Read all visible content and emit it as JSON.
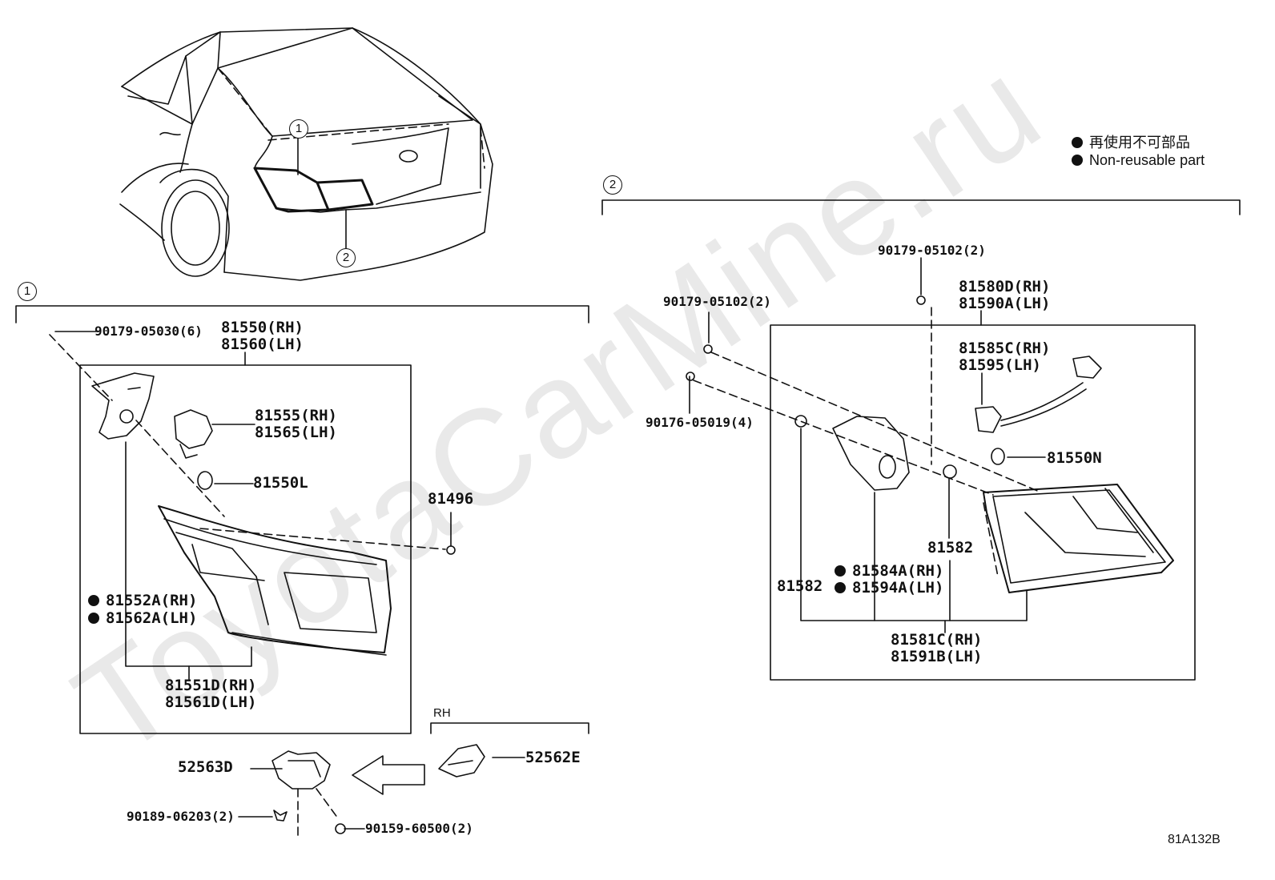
{
  "legend": {
    "jp": "再使用不可部品",
    "en": "Non-reusable part"
  },
  "watermark": "ToyotaCarMine.ru",
  "diagram_code": "81A132B",
  "rh_label": "RH",
  "callouts": {
    "one": "1",
    "two": "2"
  },
  "section1": {
    "bolt_90179_05030": "90179-05030(6)",
    "lamp_assy": [
      "81550(RH)",
      "81560(LH)"
    ],
    "socket": [
      "81555(RH)",
      "81565(LH)"
    ],
    "bulb": "81550L",
    "nut": "81496",
    "gasket": [
      "81552A(RH)",
      "81562A(LH)"
    ],
    "lens": [
      "81551D(RH)",
      "81561D(LH)"
    ]
  },
  "section1_bracket": {
    "bracket": "52563D",
    "bracket_rh": "52562E",
    "clip": "90189-06203(2)",
    "screw": "90159-60500(2)"
  },
  "section2": {
    "bolt_top": "90179-05102(2)",
    "bolt_left": "90179-05102(2)",
    "screw": "90176-05019(4)",
    "lamp_assy": [
      "81580D(RH)",
      "81590A(LH)"
    ],
    "socket": [
      "81585C(RH)",
      "81595(LH)"
    ],
    "bulb": "81550N",
    "plug_right": "81582",
    "plug_left": "81582",
    "gasket": [
      "81584A(RH)",
      "81594A(LH)"
    ],
    "lens": [
      "81581C(RH)",
      "81591B(LH)"
    ]
  }
}
